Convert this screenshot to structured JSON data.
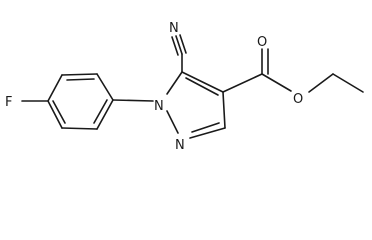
{
  "molecule": {
    "atoms": {
      "fluorine": "F",
      "nitrile_nitrogen": "N",
      "pyrazole_n1": "N",
      "pyrazole_n2": "N",
      "ester_carbonyl_oxygen": "O",
      "ester_ether_oxygen": "O"
    }
  }
}
